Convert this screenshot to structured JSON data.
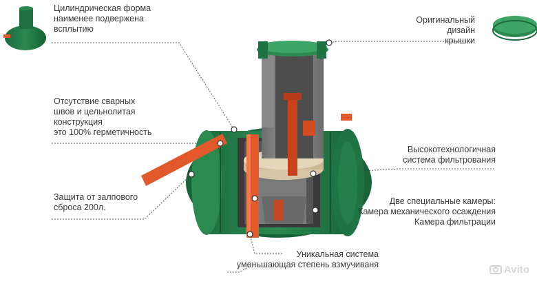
{
  "callouts": {
    "cylinder": "Цилиндрическая форма\nнаименее подвержена\nвсплытию",
    "lid_design": "Оригинальный дизайн\nкрышки",
    "seamless": "Отсутствие сварных\nшвов и цельнолитая\nконструкция\nэто 100% герметичность",
    "filtration": "Высокотехнологичная\nсистема фильтрования",
    "overflow": "Защита от залпового\nсброса 200л.",
    "chambers": "Две специальные камеры:\nКамера механического осаждения\nКамера фильтрации",
    "unique": "Уникальная система\nуменьшающая степень взмучиваня"
  },
  "watermark": "Avito",
  "colors": {
    "tank_green": "#1f7a45",
    "pipe_orange": "#e2582a",
    "neck_gray": "#8a8a8a",
    "filter_beige": "#d9c6a8",
    "text": "#3a3a3a"
  }
}
